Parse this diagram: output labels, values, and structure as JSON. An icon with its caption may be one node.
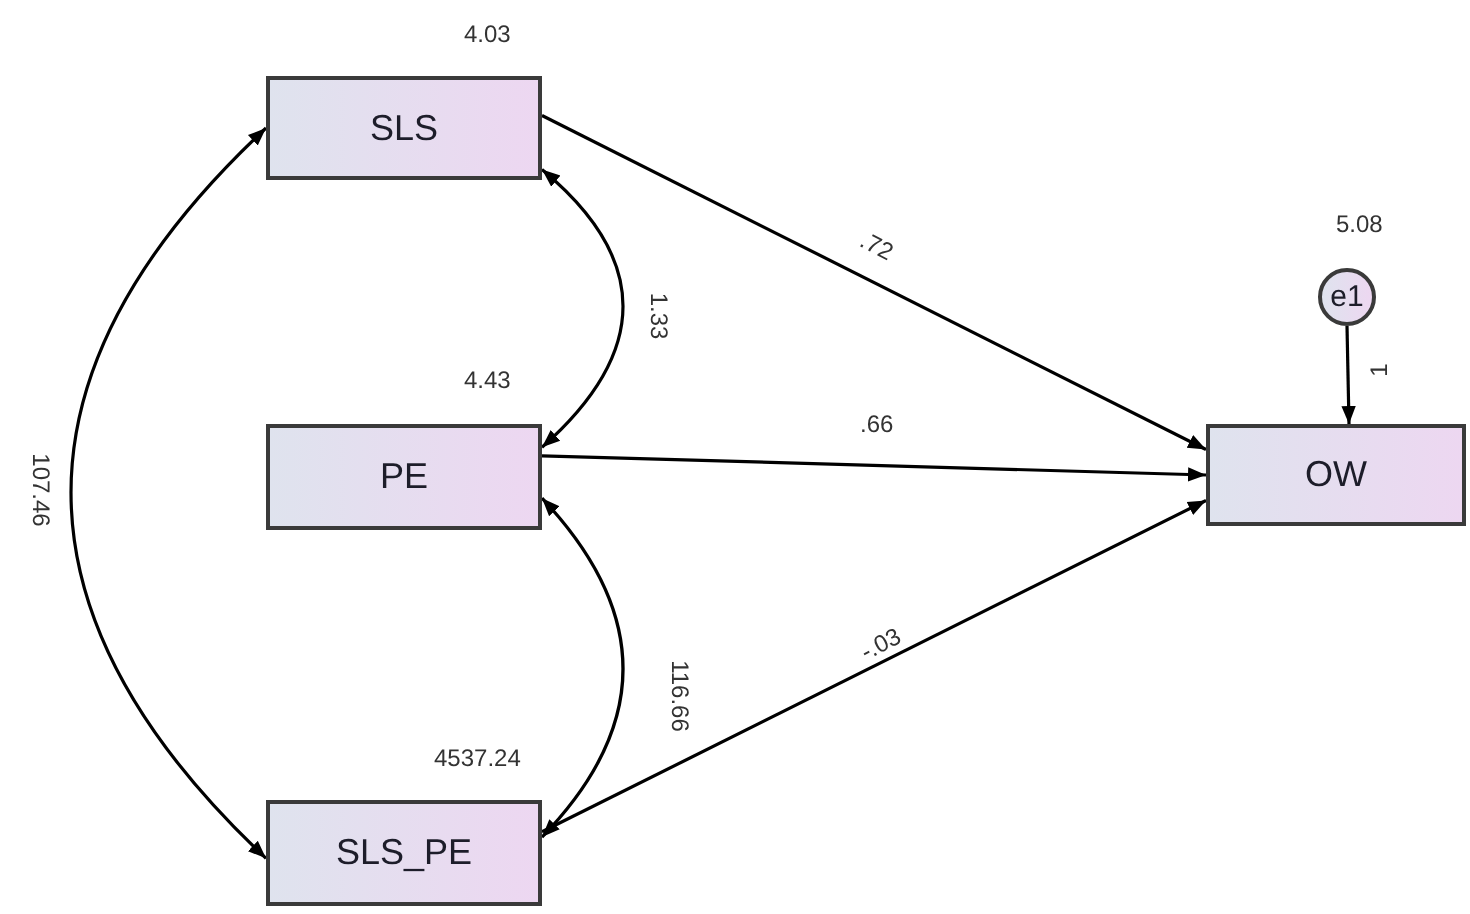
{
  "diagram": {
    "nodes": [
      {
        "text": [
          "SLS"
        ],
        "beside": [
          "4.03"
        ]
      },
      {
        "text": [
          "PE"
        ],
        "beside": [
          "4.43"
        ]
      },
      {
        "text": [
          "SLS_PE"
        ],
        "beside": [
          "4537.24"
        ]
      },
      {
        "text": [
          "e1"
        ],
        "beside": [
          "5.08"
        ]
      },
      {
        "text": [
          "OW"
        ]
      }
    ],
    "edges": [
      {
        "from": 0,
        "to": 4,
        "arrow": "to",
        "label": ".72"
      },
      {
        "from": 1,
        "to": 4,
        "arrow": "to",
        "label": ".66"
      },
      {
        "from": 2,
        "to": 4,
        "arrow": "to",
        "label": "-.03"
      },
      {
        "from": 3,
        "to": 4,
        "arrow": "to",
        "label": "1"
      },
      {
        "from": 0,
        "to": 1,
        "arrow": "both",
        "label": "1.33"
      },
      {
        "from": 1,
        "to": 2,
        "arrow": "both",
        "label": "116.66"
      },
      {
        "from": 0,
        "to": 2,
        "arrow": "both",
        "label": "107.46"
      }
    ]
  }
}
